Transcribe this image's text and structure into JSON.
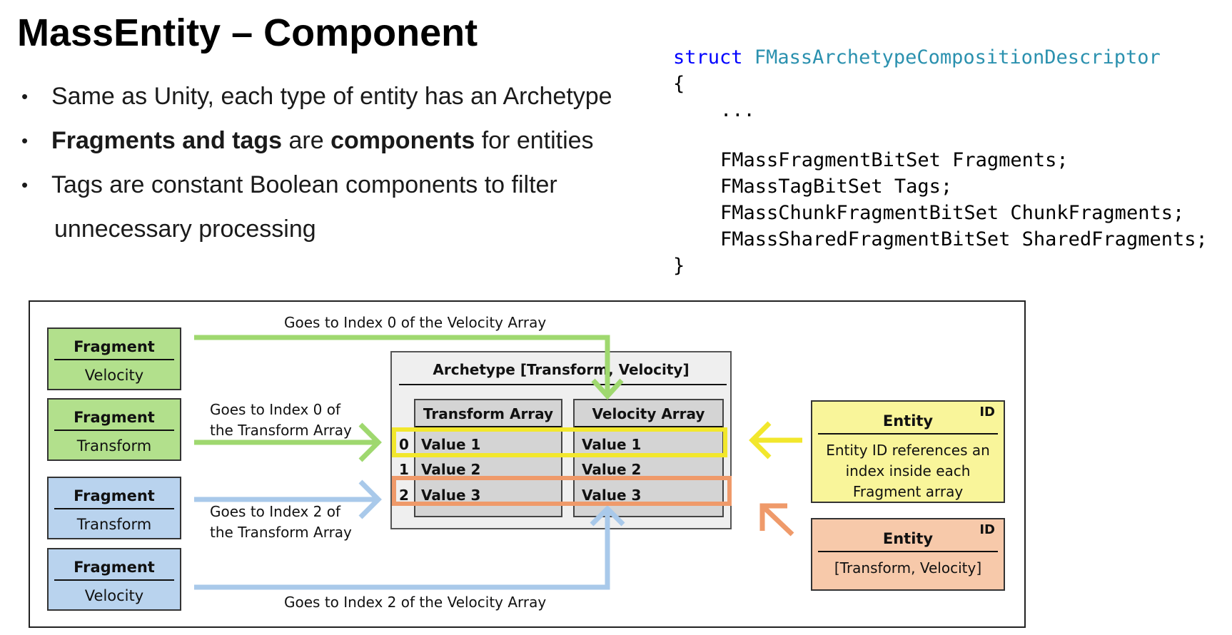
{
  "title": "MassEntity – Component",
  "bullets": {
    "b1": "Same as Unity, each type of entity has an Archetype",
    "b2_bold1": "Fragments and tags",
    "b2_mid": " are ",
    "b2_bold2": "components",
    "b2_end": " for entities",
    "b3_line1": "Tags are constant Boolean components to filter",
    "b3_line2": "unnecessary processing"
  },
  "code": {
    "keyword": "struct",
    "type_name": "FMassArchetypeCompositionDescriptor",
    "open_brace": "{",
    "ellipsis": "...",
    "line1": "FMassFragmentBitSet Fragments;",
    "line2": "FMassTagBitSet Tags;",
    "line3": "FMassChunkFragmentBitSet ChunkFragments;",
    "line4": "FMassSharedFragmentBitSet SharedFragments;",
    "close_brace": "}"
  },
  "diagram": {
    "fragments": [
      {
        "title": "Fragment",
        "name": "Velocity"
      },
      {
        "title": "Fragment",
        "name": "Transform"
      },
      {
        "title": "Fragment",
        "name": "Transform"
      },
      {
        "title": "Fragment",
        "name": "Velocity"
      }
    ],
    "labels": {
      "top": "Goes to Index 0 of the Velocity Array",
      "transform0": "Goes to Index 0 of the Transform Array",
      "transform2": "Goes to Index 2 of the Transform Array",
      "bottom": "Goes to Index 2 of the Velocity Array"
    },
    "archetype": {
      "title": "Archetype [Transform, Velocity]",
      "transform_header": "Transform Array",
      "velocity_header": "Velocity Array",
      "indices": [
        "0",
        "1",
        "2"
      ],
      "transform_values": [
        "Value 1",
        "Value 2",
        "Value 3"
      ],
      "velocity_values": [
        "Value 1",
        "Value 2",
        "Value 3"
      ]
    },
    "entity1": {
      "id": "ID",
      "title": "Entity",
      "desc": "Entity ID references an index inside each Fragment array"
    },
    "entity2": {
      "id": "ID",
      "title": "Entity",
      "desc": "[Transform, Velocity]"
    },
    "colors": {
      "green_box": "#b2e08c",
      "blue_box": "#b9d3ee",
      "green_arrow": "#9fd86f",
      "blue_arrow": "#a9c9ea",
      "yellow_highlight": "#f2e72c",
      "orange_highlight": "#ef9a6a",
      "entity_yellow": "#f9f59a",
      "entity_peach": "#f7c9aa"
    }
  }
}
